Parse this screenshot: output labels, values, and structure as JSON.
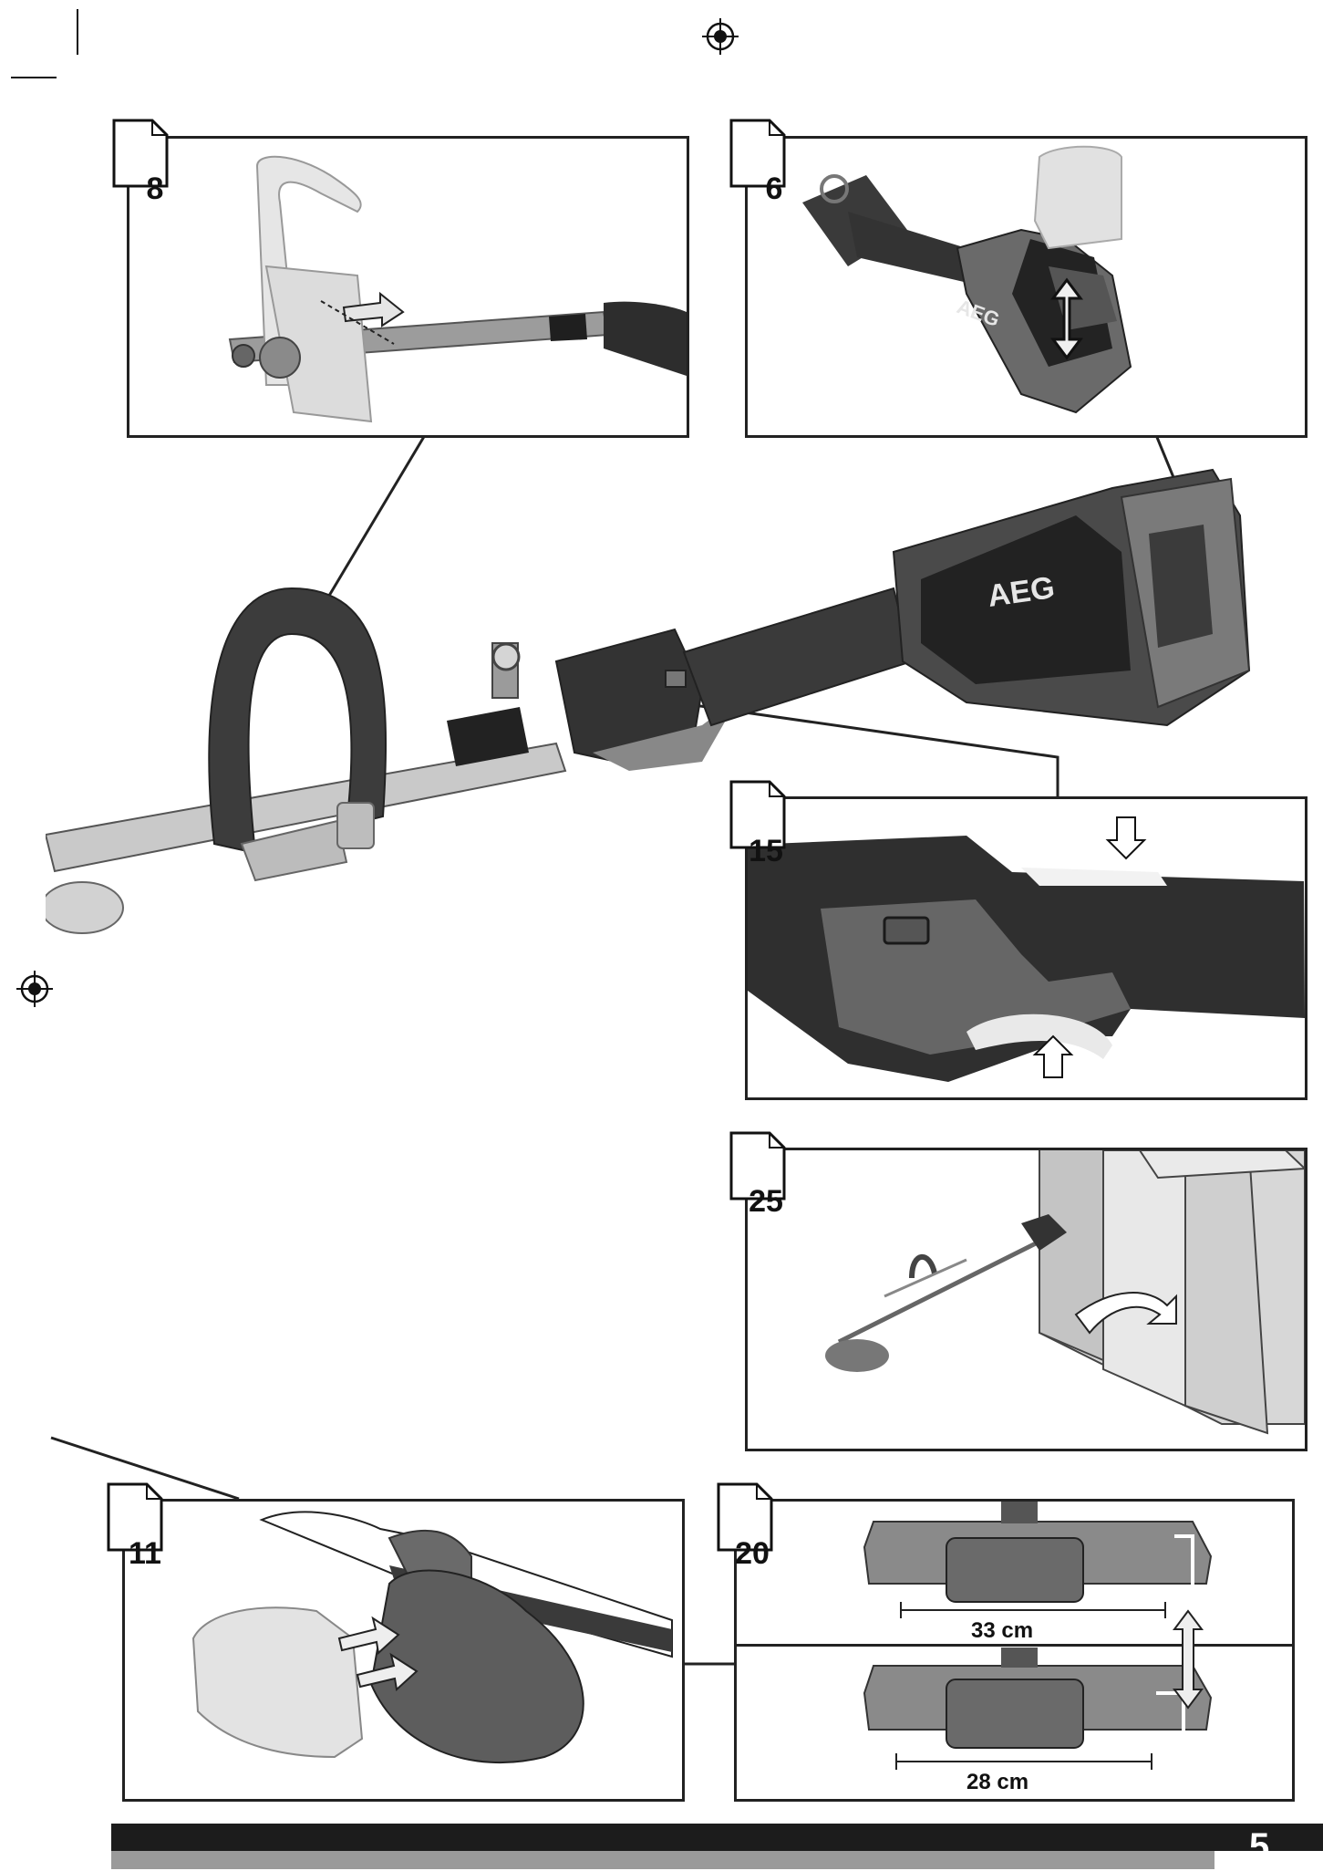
{
  "panels": {
    "p8": {
      "number": "8"
    },
    "p6": {
      "number": "6",
      "brand_text": "AEG"
    },
    "p15": {
      "number": "15"
    },
    "p25": {
      "number": "25"
    },
    "p11": {
      "number": "11"
    },
    "p20": {
      "number": "20",
      "dim_top": "33 cm",
      "dim_bottom": "28 cm"
    }
  },
  "main": {
    "brand_text": "AEG"
  },
  "footer": {
    "page_number": "5"
  },
  "colors": {
    "dark": "#2e2e2e",
    "mid": "#6e6e6e",
    "light": "#b9b9b9",
    "footer_grey": "#9a9a9a"
  }
}
